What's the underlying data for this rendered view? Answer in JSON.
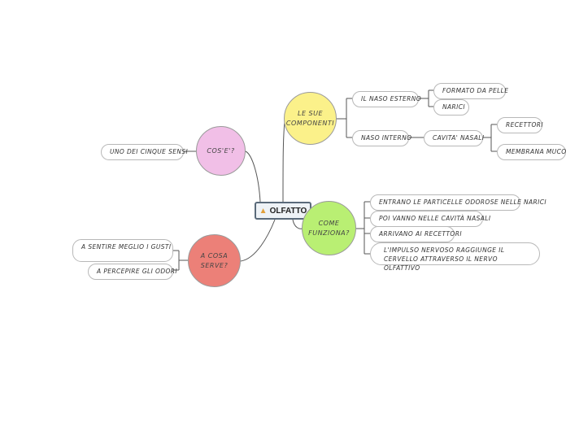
{
  "root": {
    "label": "OLFATTO",
    "icon": "lamp-icon"
  },
  "branches": {
    "components": {
      "label": "LE SUE COMPONENTI",
      "color": "#fbf18a",
      "children": [
        {
          "label": "IL NASO ESTERNO",
          "children": [
            "FORMATO DA PELLE",
            "NARICI"
          ]
        },
        {
          "label": "NASO INTERNO",
          "children": [
            {
              "label": "CAVITA' NASALI",
              "children": [
                "RECETTORI",
                "MEMBRANA MUCOSA"
              ]
            }
          ]
        }
      ]
    },
    "how": {
      "label": "COME FUNZIONA?",
      "color": "#b9ef73",
      "children": [
        "ENTRANO LE PARTICELLE ODOROSE NELLE NARICI",
        "POI VANNO NELLE CAVITÀ NASALI",
        "ARRIVANO AI RECETTORI",
        "L'IMPULSO NERVOSO RAGGIUNGE IL CERVELLO ATTRAVERSO IL NERVO OLFATTIVO"
      ]
    },
    "what": {
      "label": "COS'E'?",
      "color": "#f1bfe7",
      "children": [
        "UNO DEI CINQUE SENSI"
      ]
    },
    "purpose": {
      "label": "A COSA SERVE?",
      "color": "#ec8078",
      "children": [
        "A SENTIRE MEGLIO I GUSTI",
        "A PERCEPIRE GLI ODORI"
      ]
    }
  }
}
